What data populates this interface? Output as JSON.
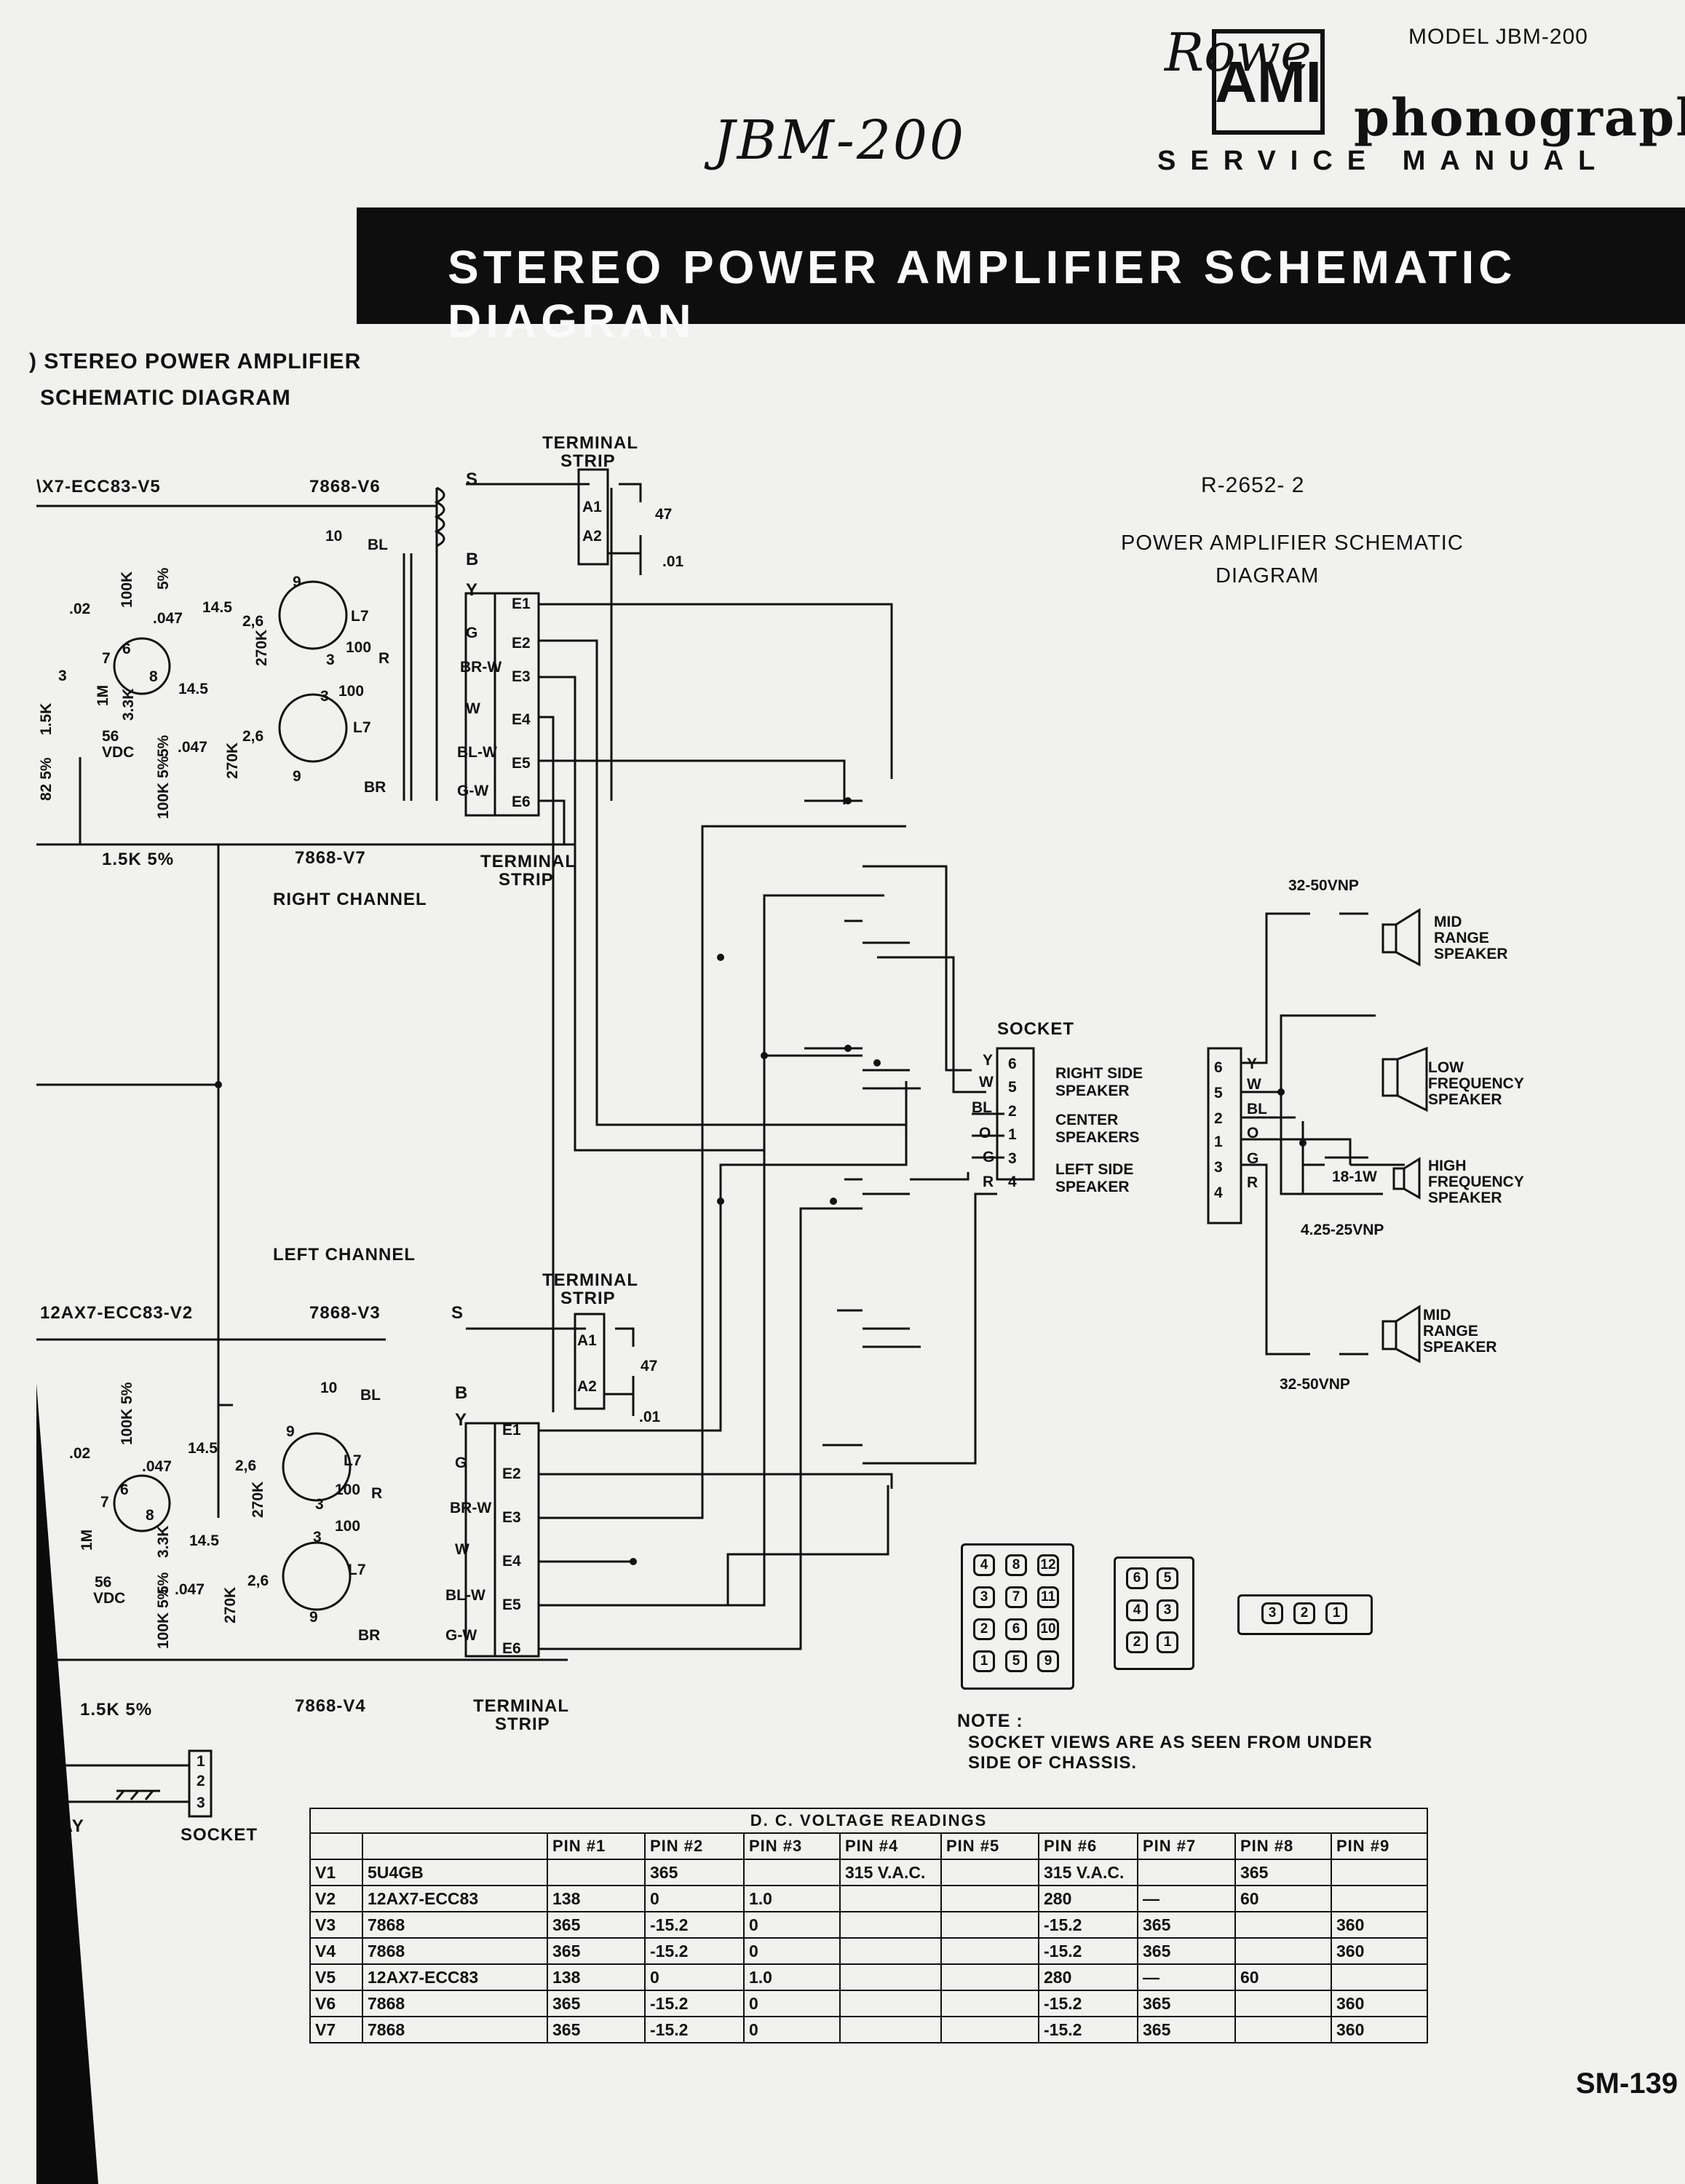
{
  "header": {
    "handwritten_model": "JBM-200",
    "brand_script": "Rowe",
    "brand_logo": "AMI",
    "model_label": "MODEL JBM-200",
    "brand_word": "phonograph",
    "manual_word": "SERVICE MANUAL",
    "title": "STEREO POWER AMPLIFIER SCHEMATIC DIAGRAN"
  },
  "figure_caption": {
    "line1": ") STEREO POWER AMPLIFIER",
    "line2": "SCHEMATIC DIAGRAM"
  },
  "drawing": {
    "number": "R-2652- 2",
    "title_line1": "POWER AMPLIFIER SCHEMATIC",
    "title_line2": "DIAGRAM"
  },
  "right_channel": {
    "label": "RIGHT CHANNEL",
    "preamp_tube": "\\X7-ECC83-V5",
    "output_tube_top": "7868-V6",
    "output_tube_bottom": "7868-V7",
    "terminal_strip_top": [
      "TERMINAL",
      "STRIP"
    ],
    "terminal_strip_bottom": [
      "TERMINAL",
      "STRIP"
    ],
    "feedback_resistor": "1.5K 5%",
    "components": [
      "10",
      "BL",
      ".02",
      "100K",
      "5%",
      ".047",
      "14.5",
      "2,6",
      "270K",
      "1M",
      "56",
      "VDC",
      "3.3K",
      "5%",
      ".047",
      "100K 5%",
      "270K",
      "2,6",
      "14.5",
      "1.5K",
      "82 5%",
      "47",
      ".01",
      "100",
      "100",
      "R",
      "BR",
      "9",
      "9",
      "3",
      "3",
      "L7",
      "L7",
      "7",
      "6",
      "8",
      "3"
    ],
    "transformer_leads": [
      "S",
      "B",
      "Y",
      "G",
      "BR-W",
      "W",
      "BL-W",
      "G-W"
    ],
    "strip_terminals": [
      "E1",
      "E2",
      "E3",
      "E4",
      "E5",
      "E6"
    ],
    "strip_pins": [
      "A1",
      "A2"
    ]
  },
  "left_channel": {
    "label": "LEFT CHANNEL",
    "preamp_tube": "12AX7-ECC83-V2",
    "output_tube_top": "7868-V3",
    "output_tube_bottom": "7868-V4",
    "terminal_strip_top": [
      "TERMINAL",
      "STRIP"
    ],
    "terminal_strip_bottom": [
      "TERMINAL",
      "STRIP"
    ],
    "feedback_resistor": "1.5K 5%",
    "components": [
      "10",
      "BL",
      ".02",
      "100K 5%",
      ".047",
      "14.5",
      "2,6",
      "270K",
      "1M",
      "56",
      "VDC",
      "3.3K",
      "5%",
      ".047",
      "100K 5%",
      "270K",
      "2,6",
      "14.5",
      "47",
      ".01",
      "100",
      "100",
      "R",
      "BR",
      "9",
      "9",
      "3",
      "3",
      "L7",
      "L7",
      "7",
      "6",
      "8"
    ],
    "transformer_leads": [
      "S",
      "B",
      "Y",
      "G",
      "BR-W",
      "W",
      "BL-W",
      "G-W"
    ],
    "strip_terminals": [
      "E1",
      "E2",
      "E3",
      "E4",
      "E5",
      "E6"
    ],
    "strip_pins": [
      "A1",
      "A2"
    ]
  },
  "relay": {
    "label": "ELAY",
    "socket_label": "SOCKET",
    "pins": [
      "1",
      "2",
      "3"
    ]
  },
  "output_socket": {
    "label": "SOCKET",
    "wires": [
      "Y",
      "W",
      "BL",
      "O",
      "G",
      "R"
    ],
    "pins": [
      "6",
      "5",
      "2",
      "1",
      "3",
      "4"
    ],
    "groups": [
      {
        "lines": [
          "RIGHT SIDE",
          "SPEAKER"
        ]
      },
      {
        "lines": [
          "CENTER",
          "SPEAKERS"
        ]
      },
      {
        "lines": [
          "LEFT SIDE",
          "SPEAKER"
        ]
      }
    ]
  },
  "speaker_network": {
    "pins": [
      "6",
      "5",
      "2",
      "1",
      "3",
      "4"
    ],
    "wires": [
      "Y",
      "W",
      "BL",
      "O",
      "G",
      "R"
    ],
    "cap_top": "32-50VNP",
    "cap_bottom": "32-50VNP",
    "cap_hf": "4.25-25VNP",
    "resistor_hf": "18-1W",
    "speakers": [
      {
        "lines": [
          "MID",
          "RANGE",
          "SPEAKER"
        ]
      },
      {
        "lines": [
          "LOW",
          "FREQUENCY",
          "SPEAKER"
        ]
      },
      {
        "lines": [
          "HIGH",
          "FREQUENCY",
          "SPEAKER"
        ]
      },
      {
        "lines": [
          "MID",
          "RANGE",
          "SPEAKER"
        ]
      }
    ]
  },
  "socket_views": {
    "twelve_pin": [
      [
        "4",
        "8",
        "12"
      ],
      [
        "3",
        "7",
        "11"
      ],
      [
        "2",
        "6",
        "10"
      ],
      [
        "1",
        "5",
        "9"
      ]
    ],
    "six_pin": [
      [
        "6",
        "5"
      ],
      [
        "4",
        "3"
      ],
      [
        "2",
        "1"
      ]
    ],
    "three_pin": [
      "3",
      "2",
      "1"
    ],
    "note_label": "NOTE :",
    "note_line1": "SOCKET VIEWS ARE AS SEEN FROM UNDER",
    "note_line2": "SIDE OF CHASSIS."
  },
  "dc_table": {
    "caption": "D. C. VOLTAGE READINGS",
    "headers": [
      "",
      "",
      "PIN #1",
      "PIN #2",
      "PIN #3",
      "PIN #4",
      "PIN #5",
      "PIN #6",
      "PIN #7",
      "PIN #8",
      "PIN #9"
    ],
    "rows": [
      [
        "V1",
        "5U4GB",
        "",
        "365",
        "",
        "315 V.A.C.",
        "",
        "315 V.A.C.",
        "",
        "365",
        ""
      ],
      [
        "V2",
        "12AX7-ECC83",
        "138",
        "0",
        "1.0",
        "",
        "",
        "280",
        "—",
        "60",
        ""
      ],
      [
        "V3",
        "7868",
        "365",
        "-15.2",
        "0",
        "",
        "",
        "-15.2",
        "365",
        "",
        "360"
      ],
      [
        "V4",
        "7868",
        "365",
        "-15.2",
        "0",
        "",
        "",
        "-15.2",
        "365",
        "",
        "360"
      ],
      [
        "V5",
        "12AX7-ECC83",
        "138",
        "0",
        "1.0",
        "",
        "",
        "280",
        "—",
        "60",
        ""
      ],
      [
        "V6",
        "7868",
        "365",
        "-15.2",
        "0",
        "",
        "",
        "-15.2",
        "365",
        "",
        "360"
      ],
      [
        "V7",
        "7868",
        "365",
        "-15.2",
        "0",
        "",
        "",
        "-15.2",
        "365",
        "",
        "360"
      ]
    ]
  },
  "page_number": "SM-139"
}
